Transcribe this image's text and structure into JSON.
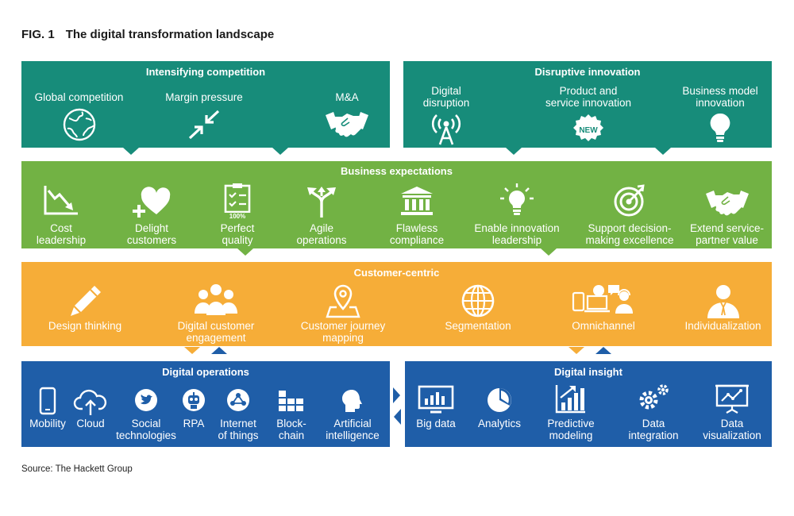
{
  "figure": {
    "number": "FIG. 1",
    "title": "The digital transformation landscape"
  },
  "source": "Source: The Hackett Group",
  "colors": {
    "teal": "#178c7a",
    "green": "#72b244",
    "orange": "#f6ad38",
    "blue": "#1f5ea8"
  },
  "competition": {
    "title": "Intensifying competition",
    "items": [
      {
        "label": "Global competition",
        "icon": "globe-icon"
      },
      {
        "label": "Margin pressure",
        "icon": "compress-arrows-icon"
      },
      {
        "label": "M&A",
        "icon": "handshake-icon"
      }
    ]
  },
  "innovation": {
    "title": "Disruptive innovation",
    "items": [
      {
        "label": "Digital\ndisruption",
        "icon": "antenna-icon"
      },
      {
        "label": "Product and\nservice innovation",
        "icon": "new-badge-icon",
        "badge": "NEW"
      },
      {
        "label": "Business model\ninnovation",
        "icon": "lightbulb-icon"
      }
    ]
  },
  "business": {
    "title": "Business expectations",
    "items": [
      {
        "label": "Cost\nleadership",
        "icon": "chart-down-icon"
      },
      {
        "label": "Delight\ncustomers",
        "icon": "heart-plus-icon"
      },
      {
        "label": "Perfect\nquality",
        "icon": "checklist-icon",
        "badge": "100%"
      },
      {
        "label": "Agile\noperations",
        "icon": "split-arrows-icon"
      },
      {
        "label": "Flawless\ncompliance",
        "icon": "courthouse-icon"
      },
      {
        "label": "Enable innovation\nleadership",
        "icon": "lightbulb-icon"
      },
      {
        "label": "Support decision-\nmaking excellence",
        "icon": "target-icon"
      },
      {
        "label": "Extend service-\npartner value",
        "icon": "handshake-icon"
      }
    ]
  },
  "customer": {
    "title": "Customer-centric",
    "items": [
      {
        "label": "Design thinking",
        "icon": "pencil-icon"
      },
      {
        "label": "Digital customer\nengagement",
        "icon": "group-icon"
      },
      {
        "label": "Customer journey\nmapping",
        "icon": "map-pin-icon"
      },
      {
        "label": "Segmentation",
        "icon": "globe-grid-icon"
      },
      {
        "label": "Omnichannel",
        "icon": "omnichannel-icon"
      },
      {
        "label": "Individualization",
        "icon": "person-icon"
      }
    ]
  },
  "operations": {
    "title": "Digital operations",
    "items": [
      {
        "label": "Mobility",
        "icon": "phone-icon"
      },
      {
        "label": "Cloud",
        "icon": "cloud-upload-icon"
      },
      {
        "label": "Social\ntechnologies",
        "icon": "twitter-bird-icon"
      },
      {
        "label": "RPA",
        "icon": "robot-icon"
      },
      {
        "label": "Internet\nof things",
        "icon": "iot-globe-icon"
      },
      {
        "label": "Block-\nchain",
        "icon": "blocks-icon"
      },
      {
        "label": "Artificial\nintelligence",
        "icon": "head-icon"
      }
    ]
  },
  "insight": {
    "title": "Digital insight",
    "items": [
      {
        "label": "Big data",
        "icon": "monitor-chart-icon"
      },
      {
        "label": "Analytics",
        "icon": "pie-icon"
      },
      {
        "label": "Predictive\nmodeling",
        "icon": "growth-chart-icon"
      },
      {
        "label": "Data\nintegration",
        "icon": "gears-icon"
      },
      {
        "label": "Data\nvisualization",
        "icon": "presentation-icon"
      }
    ]
  }
}
